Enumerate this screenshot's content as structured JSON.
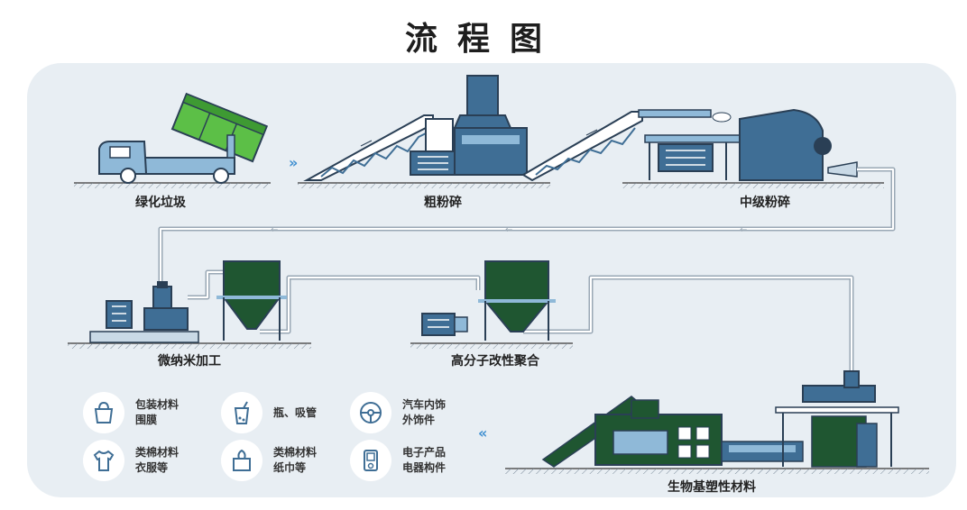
{
  "title": "流程图",
  "stages": {
    "green_waste": "绿化垃圾",
    "coarse": "粗粉碎",
    "medium": "中级粉碎",
    "micro": "微纳米加工",
    "polymer": "高分子改性聚合",
    "bioplastic": "生物基塑性材料"
  },
  "products": [
    {
      "line1": "包装材料",
      "line2": "围膜",
      "icon": "bag-icon"
    },
    {
      "line1": "瓶、吸管",
      "line2": "",
      "icon": "cup-straw-icon"
    },
    {
      "line1": "汽车内饰",
      "line2": "外饰件",
      "icon": "steering-wheel-icon"
    },
    {
      "line1": "类棉材料",
      "line2": "衣服等",
      "icon": "tshirt-icon"
    },
    {
      "line1": "类棉材料",
      "line2": "纸巾等",
      "icon": "tissue-icon"
    },
    {
      "line1": "电子产品",
      "line2": "电器构件",
      "icon": "device-icon"
    }
  ],
  "colors": {
    "panel": "#e8eef3",
    "machine_blue": "#3f6e95",
    "light_blue": "#8fb9d8",
    "green": "#4caf3f",
    "dark_green": "#1f5631",
    "outline": "#2a3f55"
  }
}
